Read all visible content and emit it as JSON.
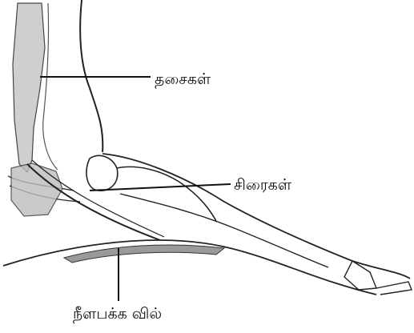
{
  "labels": {
    "muscles": "தசைகள்",
    "veins": "சிரைகள்",
    "arch": "நீளபக்க வில்"
  }
}
